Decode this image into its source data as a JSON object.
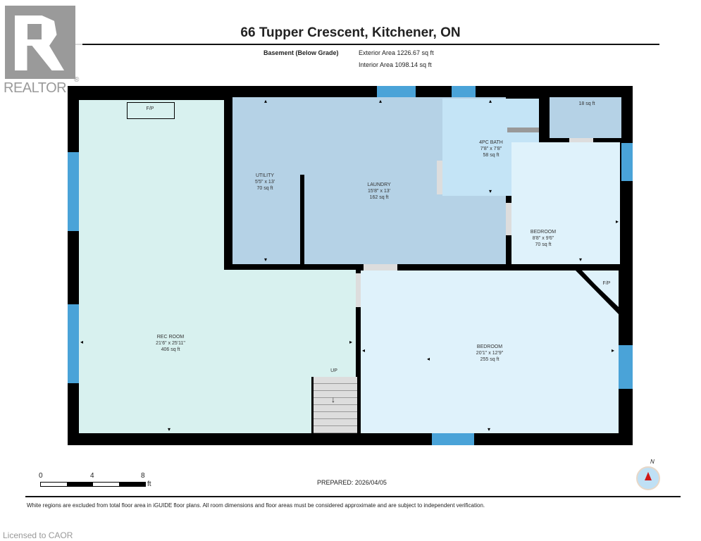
{
  "header": {
    "title": "66 Tupper Crescent, Kitchener, ON",
    "floor": "Basement (Below Grade)",
    "exterior_area": "Exterior Area 1226.67 sq ft",
    "interior_area": "Interior Area 1098.14 sq ft"
  },
  "logo": {
    "text": "REALTOR",
    "mark": "®"
  },
  "rooms": [
    {
      "name": "REC ROOM",
      "dims": "21'6\" x 25'11\"",
      "area": "406 sq ft"
    },
    {
      "name": "UTILITY",
      "dims": "5'5\" x 13'",
      "area": "70 sq ft"
    },
    {
      "name": "LAUNDRY",
      "dims": "15'8\" x 13'",
      "area": "162 sq ft"
    },
    {
      "name": "4PC BATH",
      "dims": "7'8\" x 7'8\"",
      "area": "58 sq ft"
    },
    {
      "name": "BEDROOM",
      "dims": "8'8\" x 9'6\"",
      "area": "70 sq ft"
    },
    {
      "name": "BEDROOM",
      "dims": "20'1\" x 12'9\"",
      "area": "255 sq ft"
    },
    {
      "name": "",
      "dims": "",
      "area": "18 sq ft"
    }
  ],
  "labels": {
    "fp": "F/P",
    "up": "UP"
  },
  "scale": {
    "t0": "0",
    "t4": "4",
    "t8": "8",
    "unit": "ft"
  },
  "prepared": "PREPARED: 2026/04/05",
  "compass": "N",
  "disclaimer": "White regions are excluded from total floor area in iGUIDE floor plans. All room dimensions and floor areas must be considered approximate and are subject to independent verification.",
  "license": "Licensed to CAOR",
  "colors": {
    "rec": "#d8f1ef",
    "utility": "#b5d2e6",
    "bath": "#c4e4f6",
    "bedroom": "#dff2fb",
    "window": "#4aa3d8"
  }
}
